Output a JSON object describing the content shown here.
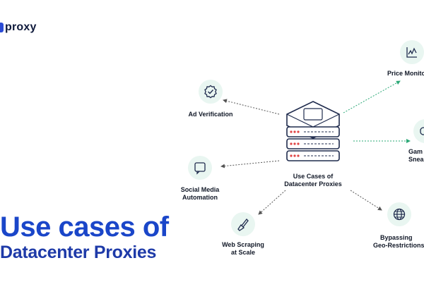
{
  "brand": {
    "logo_text": "proxy"
  },
  "headline": {
    "line1": "Use cases of",
    "line2": "Datacenter Proxies"
  },
  "center": {
    "title_line1": "Use Cases of",
    "title_line2": "Datacenter Proxies"
  },
  "nodes": {
    "ad_verification": {
      "label": "Ad Verification"
    },
    "social_media": {
      "label_line1": "Social Media",
      "label_line2": "Automation"
    },
    "web_scraping": {
      "label_line1": "Web Scraping",
      "label_line2": "at Scale"
    },
    "price_monitoring": {
      "label": "Price Monito"
    },
    "gaming_sneakers": {
      "label_line1": "Gam",
      "label_line2": "Snea"
    },
    "geo": {
      "label_line1": "Bypassing",
      "label_line2": "Geo-Restrictions"
    }
  },
  "colors": {
    "accent": "#1a46c9",
    "icon_bg": "#e9f6f1",
    "arrow": "#555555",
    "arrow_green": "#2aa876"
  }
}
